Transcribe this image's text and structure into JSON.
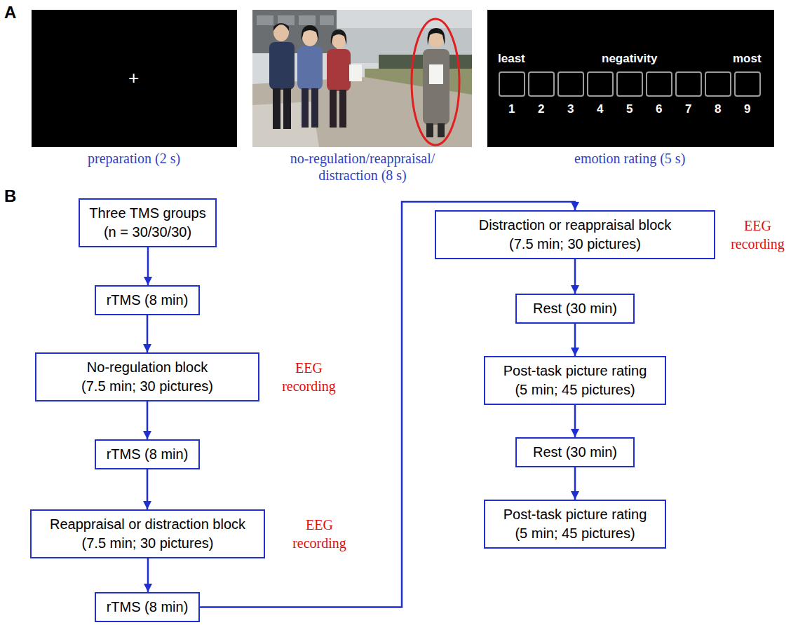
{
  "diagram": {
    "nodes": [
      {
        "text": [
          "Three TMS groups (n = 30/30/30)"
        ]
      },
      {
        "text": [
          "rTMS (8 min)"
        ]
      },
      {
        "text": [
          "No-regulation block (7.5 min; 30 pictures)"
        ]
      },
      {
        "text": [
          "rTMS (8 min)"
        ]
      },
      {
        "text": [
          "Reappraisal or distraction block (7.5 min; 30 pictures)"
        ]
      },
      {
        "text": [
          "rTMS (8 min)"
        ]
      },
      {
        "text": [
          "Distraction or reappraisal block (7.5 min; 30 pictures)"
        ]
      },
      {
        "text": [
          "Rest (30 min)"
        ]
      },
      {
        "text": [
          "Post-task picture rating (5 min; 45 pictures)"
        ]
      },
      {
        "text": [
          "Rest (30 min)"
        ]
      },
      {
        "text": [
          "Post-task picture rating (5 min; 45 pictures)"
        ]
      }
    ],
    "edges": [
      {
        "from": 0,
        "to": 1,
        "arrow": "to"
      },
      {
        "from": 1,
        "to": 2,
        "arrow": "to"
      },
      {
        "from": 2,
        "to": 3,
        "arrow": "to"
      },
      {
        "from": 3,
        "to": 4,
        "arrow": "to"
      },
      {
        "from": 4,
        "to": 5,
        "arrow": "to"
      },
      {
        "from": 5,
        "to": 6,
        "arrow": "to"
      },
      {
        "from": 6,
        "to": 7,
        "arrow": "to"
      },
      {
        "from": 7,
        "to": 8,
        "arrow": "to"
      },
      {
        "from": 8,
        "to": 9,
        "arrow": "to"
      },
      {
        "from": 9,
        "to": 10,
        "arrow": "to"
      }
    ],
    "labels": [
      "A",
      "+",
      "preparation (2 s)",
      "no-regulation/reappraisal/ distraction (8 s)",
      "least",
      "negativity",
      "most",
      "1",
      "2",
      "3",
      "4",
      "5",
      "6",
      "7",
      "8",
      "9",
      "emotion rating (5 s)",
      "B",
      "EEG recording",
      "EEG recording",
      "EEG recording"
    ]
  }
}
